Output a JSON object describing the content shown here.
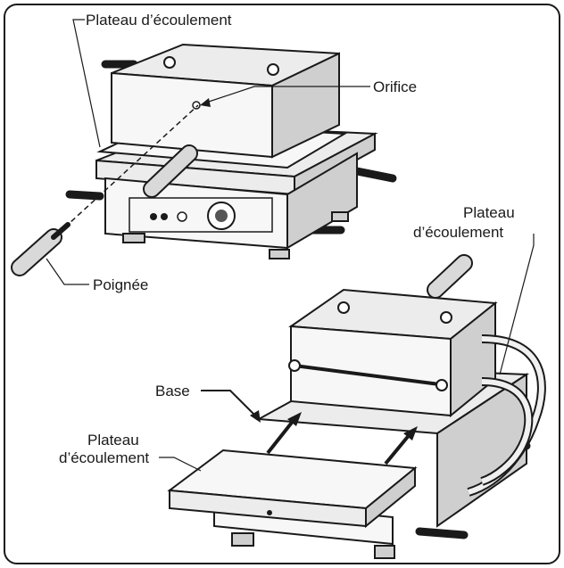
{
  "labels": {
    "top_drip_tray": "Plateau d’écoulement",
    "orifice": "Orifice",
    "handle": "Poignée",
    "right_drip_tray_line1": "Plateau",
    "right_drip_tray_line2": "d’écoulement",
    "base": "Base",
    "left_drip_tray_line1": "Plateau",
    "left_drip_tray_line2": "d’écoulement"
  }
}
